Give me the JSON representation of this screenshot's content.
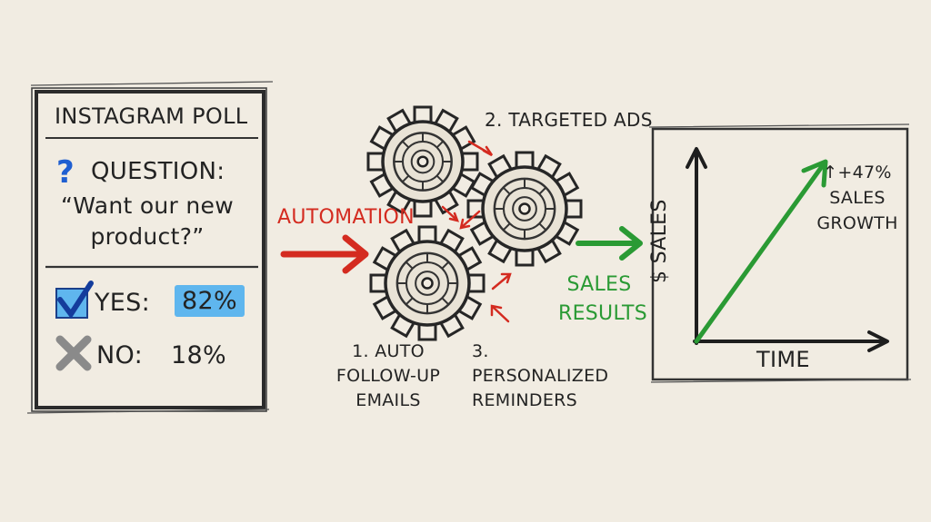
{
  "poll": {
    "title": "INSTAGRAM POLL",
    "question_label": "QUESTION:",
    "question_text": "“Want our new product?”",
    "yes_label": "YES:",
    "yes_percent": "82%",
    "no_label": "NO:",
    "no_percent": "18%"
  },
  "process": {
    "label": "AUTOMATION",
    "step1": "1. AUTO FOLLOW-UP EMAILS",
    "step2": "2. TARGETED ADS",
    "step3": "3. PERSONALIZED REMINDERS",
    "output_label": "SALES RESULTS"
  },
  "results_chart": {
    "y_axis_label": "$ SALES",
    "x_axis_label": "TIME",
    "annotation": "↑+47% SALES GROWTH"
  },
  "colors": {
    "background": "#f1ece2",
    "ink": "#232323",
    "automation_red": "#d42b20",
    "results_green": "#2a9a34",
    "check_blue": "#1f5fd1",
    "highlight_blue": "#5fb6ee",
    "cross_gray": "#8a8a8a"
  },
  "icons": {
    "question": "question-mark-icon",
    "yes": "checkmark-icon",
    "no": "cross-icon",
    "gears": "gear-icon"
  }
}
